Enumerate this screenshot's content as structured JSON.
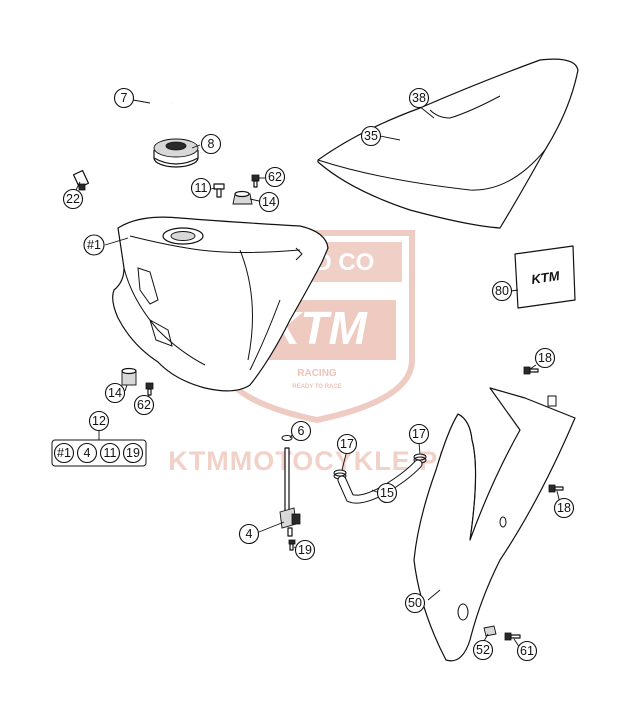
{
  "callouts": {
    "c7": "7",
    "c8": "8",
    "c22": "22",
    "c11a": "11",
    "c62a": "62",
    "c14a": "14",
    "c38": "38",
    "c35": "35",
    "c1a": "#1",
    "c80": "80",
    "c14b": "14",
    "c62b": "62",
    "c12": "12",
    "c6": "6",
    "c4": "4",
    "c19a": "19",
    "c17a": "17",
    "c17b": "17",
    "c15": "15",
    "c18a": "18",
    "c18b": "18",
    "c50": "50",
    "c52": "52",
    "c61": "61"
  },
  "kit_group": [
    "#1",
    "4",
    "11",
    "19"
  ],
  "watermark": {
    "shield_top": "DOOD CO",
    "brand": "KTM",
    "racing": "RACING",
    "tagline": "READY TO RACE",
    "site": "KTMMOTOCYKLE.PL",
    "color": "#e8b9ad"
  },
  "decal_logo": "KTM"
}
